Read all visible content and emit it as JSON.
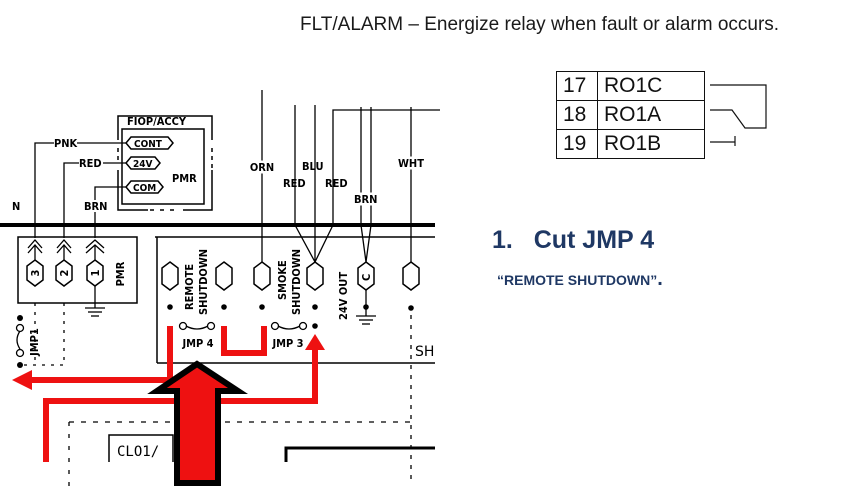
{
  "header": {
    "description": "FLT/ALARM – Energize relay when fault or alarm occurs."
  },
  "relay_table": {
    "rows": [
      {
        "terminal": "17",
        "label": "RO1C"
      },
      {
        "terminal": "18",
        "label": "RO1A"
      },
      {
        "terminal": "19",
        "label": "RO1B"
      }
    ]
  },
  "instruction": {
    "step_number": "1.",
    "step_text": "Cut JMP 4",
    "note": "“REMOTE SHUTDOWN”",
    "note_end": "."
  },
  "schematic": {
    "fiop_label": "FIOP/ACCY",
    "pmr_label": "PMR",
    "terminals": [
      "CONT",
      "24V",
      "COM"
    ],
    "wire_labels": {
      "pnk": "PNK",
      "red1": "RED",
      "brn1": "BRN",
      "orn": "ORN",
      "red2": "RED",
      "blu": "BLU",
      "red3": "RED",
      "brn2": "BRN",
      "wht": "WHT"
    },
    "n_label": "N",
    "plug_pins": [
      "3",
      "2",
      "1"
    ],
    "plug_label": "PMR",
    "jumpers": [
      "JMP1",
      "JMP 4",
      "JMP 3"
    ],
    "remote_label": [
      "REMOTE",
      "SHUTDOWN"
    ],
    "smoke_label": [
      "SMOKE",
      "SHUTDOWN"
    ],
    "out_label": "24V OUT",
    "c_label": "C",
    "sh_label": "SH",
    "clo_label": "CLO1/"
  },
  "colors": {
    "highlight": "#ee1111",
    "instruction_text": "#1f3864"
  }
}
